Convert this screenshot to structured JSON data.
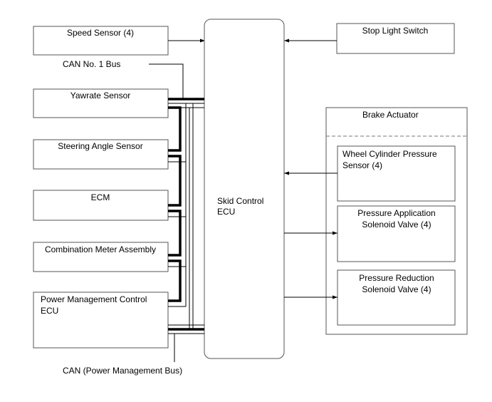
{
  "nodes": {
    "speed_sensor": "Speed Sensor (4)",
    "stop_light_switch": "Stop Light Switch",
    "can_no1_bus": "CAN No. 1 Bus",
    "yawrate_sensor": "Yawrate Sensor",
    "steering_angle_sensor": "Steering Angle Sensor",
    "ecm": "ECM",
    "combination_meter": "Combination Meter Assembly",
    "power_mgmt_ecu": {
      "line1": "Power Management Control",
      "line2": "ECU"
    },
    "can_power_bus": "CAN (Power Management Bus)",
    "skid_control_ecu": {
      "line1": "Skid Control",
      "line2": "ECU"
    },
    "brake_actuator": "Brake Actuator",
    "wheel_cyl_sensor": {
      "line1": "Wheel Cylinder Pressure",
      "line2": "Sensor (4)"
    },
    "pressure_application": {
      "line1": "Pressure Application",
      "line2": "Solenoid Valve (4)"
    },
    "pressure_reduction": {
      "line1": "Pressure Reduction",
      "line2": "Solenoid Valve (4)"
    }
  }
}
